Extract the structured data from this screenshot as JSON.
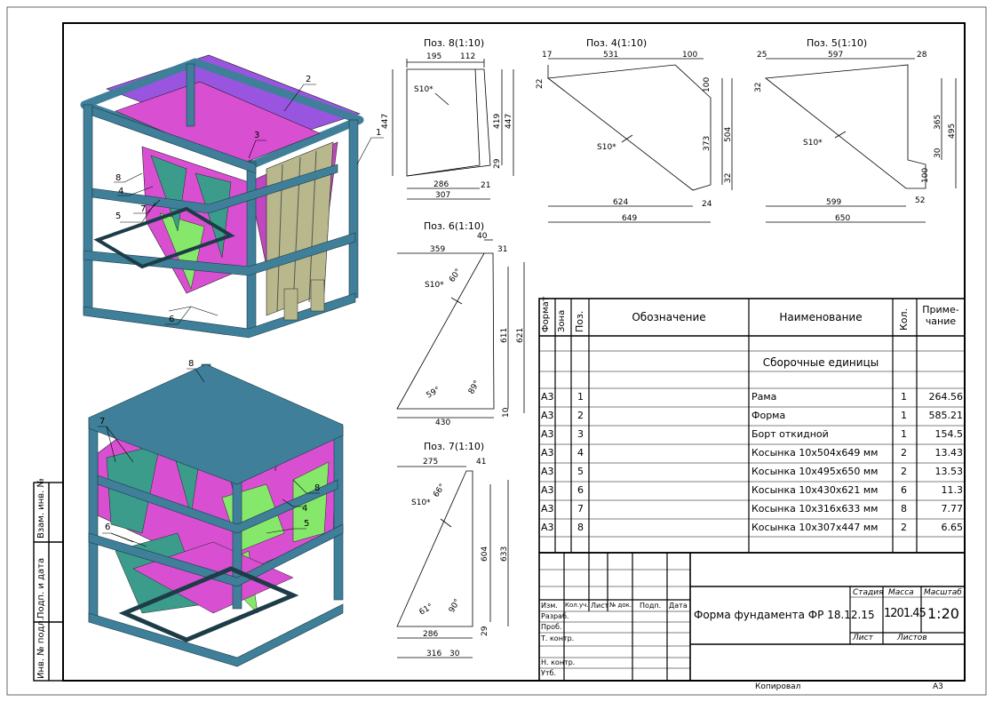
{
  "views": {
    "pos8": {
      "title": "Поз. 8(1:10)",
      "dims": [
        "195",
        "112",
        "447",
        "419",
        "447",
        "29",
        "286",
        "21",
        "307"
      ],
      "s": "S10*"
    },
    "pos4": {
      "title": "Поз. 4(1:10)",
      "dims": [
        "17",
        "531",
        "100",
        "22",
        "100",
        "373",
        "504",
        "32",
        "624",
        "24",
        "649"
      ],
      "s": "S10*"
    },
    "pos5": {
      "title": "Поз. 5(1:10)",
      "dims": [
        "25",
        "597",
        "28",
        "32",
        "365",
        "495",
        "30",
        "100",
        "599",
        "52",
        "650"
      ],
      "s": "S10*"
    },
    "pos6": {
      "title": "Поз. 6(1:10)",
      "dims": [
        "40",
        "359",
        "31",
        "611",
        "621",
        "430",
        "10"
      ],
      "s": "S10*",
      "angles": [
        "60°",
        "59°",
        "89°"
      ]
    },
    "pos7": {
      "title": "Поз. 7(1:10)",
      "dims": [
        "275",
        "41",
        "604",
        "633",
        "286",
        "29",
        "316",
        "30"
      ],
      "s": "S10*",
      "angles": [
        "66°",
        "61°",
        "90°"
      ]
    }
  },
  "callouts": {
    "top": [
      "2",
      "3",
      "1",
      "8",
      "4",
      "7",
      "5",
      "6"
    ],
    "bottom": [
      "8",
      "7",
      "4",
      "8",
      "5",
      "6"
    ]
  },
  "spec": {
    "headers": {
      "format": "Формат",
      "zone": "Зона",
      "pos": "Поз.",
      "designation": "Обозначение",
      "name": "Наименование",
      "qty": "Кол.",
      "note": "Приме-\nчание"
    },
    "section": "Сборочные единицы",
    "rows": [
      {
        "format": "А3",
        "pos": "1",
        "name": "Рама",
        "qty": "1",
        "note": "264.56"
      },
      {
        "format": "А3",
        "pos": "2",
        "name": "Форма",
        "qty": "1",
        "note": "585.21"
      },
      {
        "format": "А3",
        "pos": "3",
        "name": "Борт откидной",
        "qty": "1",
        "note": "154.5"
      },
      {
        "format": "А3",
        "pos": "4",
        "name": "Косынка 10x504x649 мм",
        "qty": "2",
        "note": "13.43"
      },
      {
        "format": "А3",
        "pos": "5",
        "name": "Косынка 10x495x650 мм",
        "qty": "2",
        "note": "13.53"
      },
      {
        "format": "А3",
        "pos": "6",
        "name": "Косынка 10x430x621 мм",
        "qty": "6",
        "note": "11.3"
      },
      {
        "format": "А3",
        "pos": "7",
        "name": "Косынка 10x316x633 мм",
        "qty": "8",
        "note": "7.77"
      },
      {
        "format": "А3",
        "pos": "8",
        "name": "Косынка 10x307x447 мм",
        "qty": "2",
        "note": "6.65"
      }
    ]
  },
  "title_block": {
    "cols": [
      "Изм.",
      "Кол.уч.",
      "Лист",
      "№ док.",
      "Подп.",
      "Дата"
    ],
    "roles": [
      "Разраб.",
      "Проб.",
      "Т. контр.",
      "",
      "Н. контр.",
      "Утб."
    ],
    "title": "Форма фундамента ФР 18.12.15",
    "stage_label": "Стадия",
    "mass_label": "Масса",
    "scale_label": "Масштаб",
    "mass": "1201.45",
    "scale": "1:20",
    "sheet_label": "Лист",
    "sheets_label": "Листов",
    "copied": "Копировал",
    "format": "А3"
  },
  "side_stamp": [
    "Инв. № подл.",
    "Подп. и дата",
    "Взам. инв. №"
  ],
  "colors": {
    "frame": "#3f7f99",
    "magenta": "#d94fd2",
    "purple": "#9a55e0",
    "green": "#86e86a",
    "olive": "#b9b88c",
    "teal": "#3c9c8c"
  }
}
